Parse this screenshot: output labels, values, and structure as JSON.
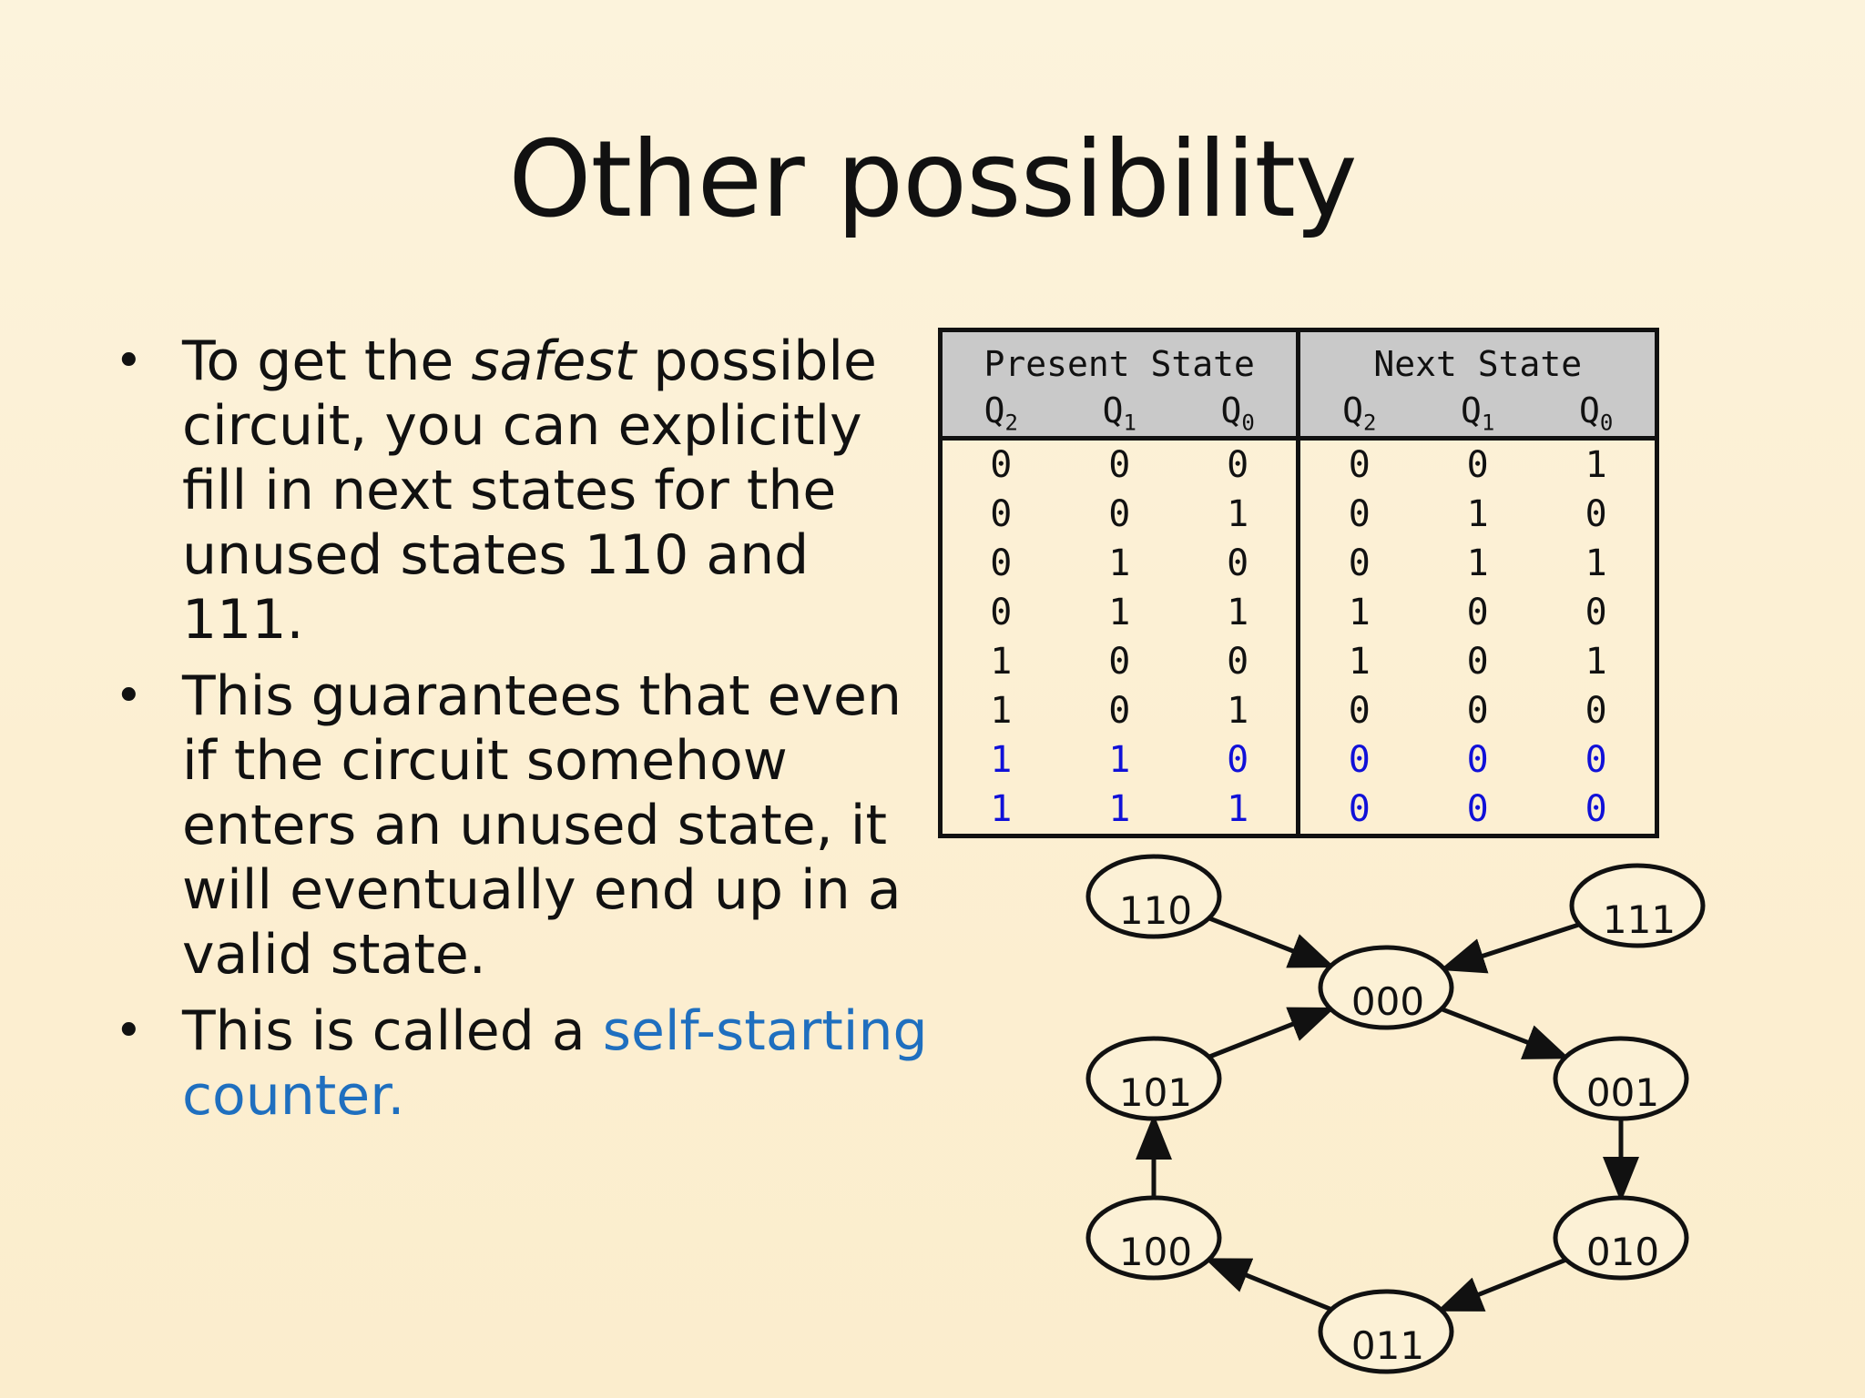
{
  "slide": {
    "title": "Other possibility",
    "bullets": [
      {
        "text_before": "To get the ",
        "text_emph": "safest",
        "text_after": " possible circuit, you can explicitly fill in next states for the unused states 110 and 111."
      },
      {
        "text": "This guarantees that even if the circuit somehow enters an unused state, it will eventually end up in a valid state."
      },
      {
        "text_before": "This is called a ",
        "text_highlight": "self-starting counter."
      }
    ],
    "bullet_glyph": "•",
    "highlight_color": "#1f6fbf"
  },
  "table": {
    "group_headers": [
      "Present State",
      "Next State"
    ],
    "column_headers": [
      {
        "letter": "Q",
        "sub": "2"
      },
      {
        "letter": "Q",
        "sub": "1"
      },
      {
        "letter": "Q",
        "sub": "0"
      },
      {
        "letter": "Q",
        "sub": "2"
      },
      {
        "letter": "Q",
        "sub": "1"
      },
      {
        "letter": "Q",
        "sub": "0"
      }
    ],
    "rows": [
      [
        "0",
        "0",
        "0",
        "0",
        "0",
        "1"
      ],
      [
        "0",
        "0",
        "1",
        "0",
        "1",
        "0"
      ],
      [
        "0",
        "1",
        "0",
        "0",
        "1",
        "1"
      ],
      [
        "0",
        "1",
        "1",
        "1",
        "0",
        "0"
      ],
      [
        "1",
        "0",
        "0",
        "1",
        "0",
        "1"
      ],
      [
        "1",
        "0",
        "1",
        "0",
        "0",
        "0"
      ],
      [
        "1",
        "1",
        "0",
        "0",
        "0",
        "0"
      ],
      [
        "1",
        "1",
        "1",
        "0",
        "0",
        "0"
      ]
    ],
    "unused_row_color": "#1010d8"
  },
  "diagram": {
    "states": [
      "110",
      "111",
      "000",
      "101",
      "001",
      "100",
      "010",
      "011"
    ],
    "transitions": [
      {
        "from": "110",
        "to": "000"
      },
      {
        "from": "111",
        "to": "000"
      },
      {
        "from": "000",
        "to": "001"
      },
      {
        "from": "001",
        "to": "010"
      },
      {
        "from": "010",
        "to": "011"
      },
      {
        "from": "011",
        "to": "100"
      },
      {
        "from": "100",
        "to": "101"
      },
      {
        "from": "101",
        "to": "000"
      }
    ]
  }
}
